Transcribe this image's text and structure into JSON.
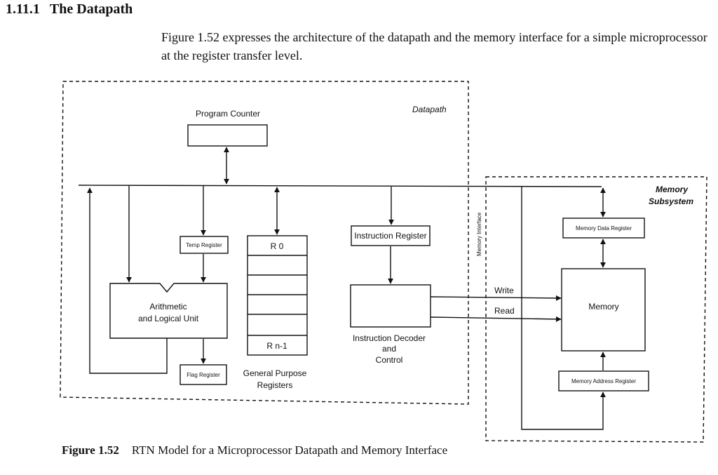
{
  "section": {
    "number": "1.11.1",
    "title": "The Datapath"
  },
  "intro_text": "Figure 1.52 expresses the architecture of the datapath and the memory interface for a simple microprocessor at the register transfer level.",
  "diagram": {
    "datapath_label": "Datapath",
    "memory_subsystem_label_1": "Memory",
    "memory_subsystem_label_2": "Subsystem",
    "memory_interface_label": "Memory Interface",
    "program_counter": "Program Counter",
    "temp_register": "Temp Register",
    "alu_line1": "Arithmetic",
    "alu_line2": "and Logical Unit",
    "flag_register": "Flag Register",
    "gpr_first": "R 0",
    "gpr_last": "R n-1",
    "gpr_label_1": "General Purpose",
    "gpr_label_2": "Registers",
    "instruction_register": "Instruction Register",
    "decoder_line1": "Instruction Decoder",
    "decoder_line2": "and",
    "decoder_line3": "Control",
    "write_signal": "Write",
    "read_signal": "Read",
    "memory_data_register": "Memory Data Register",
    "memory": "Memory",
    "memory_address_register": "Memory Address Register"
  },
  "caption": {
    "label": "Figure 1.52",
    "text": "RTN Model for a Microprocessor Datapath and Memory Interface"
  }
}
